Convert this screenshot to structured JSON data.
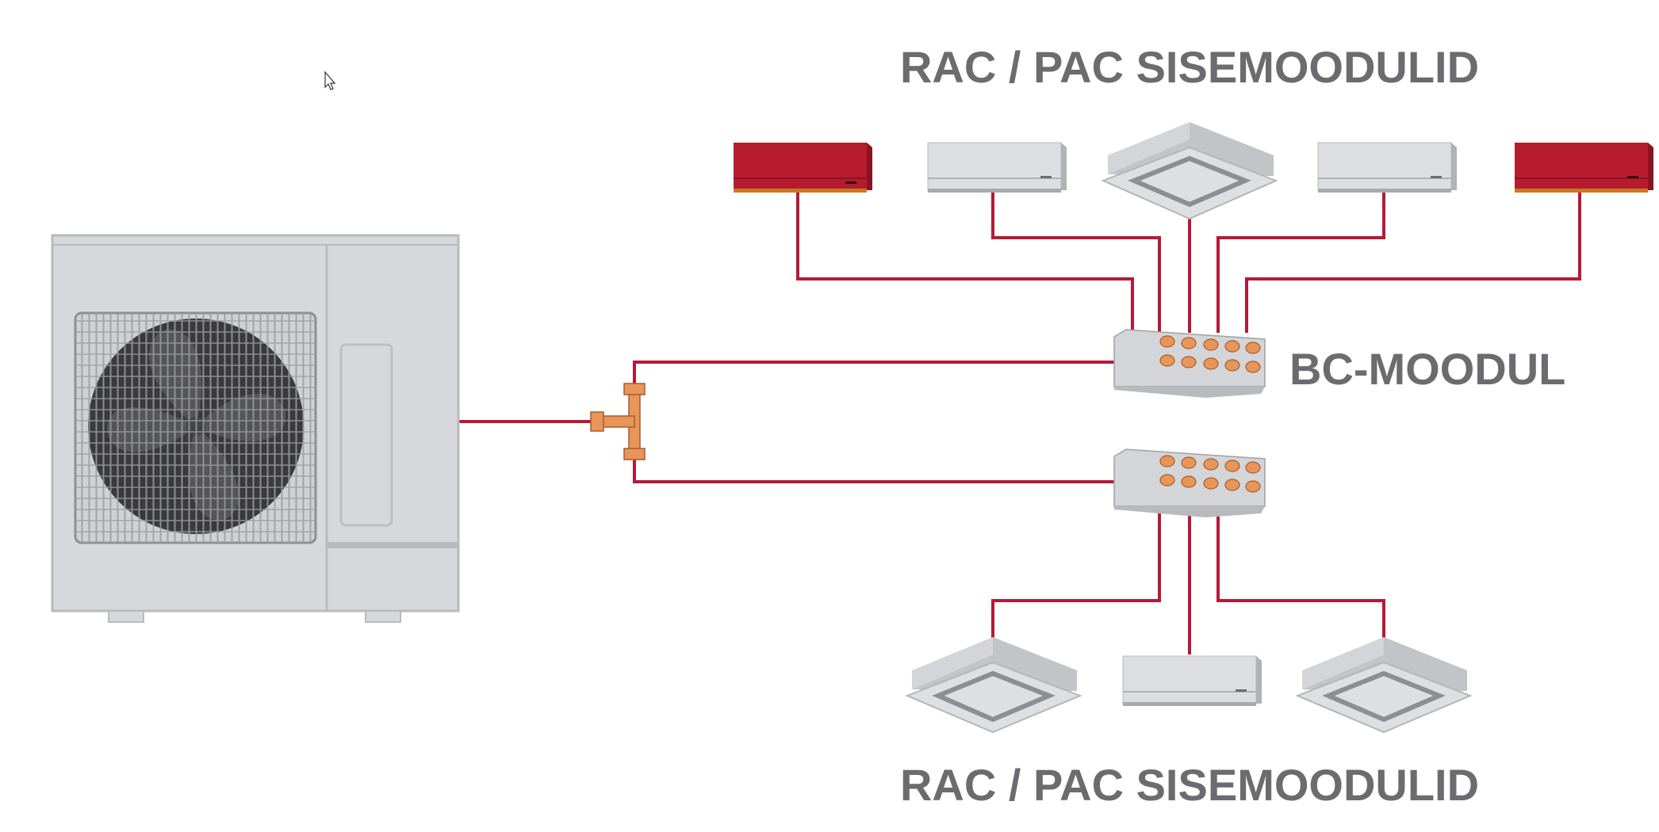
{
  "labels": {
    "top_title": "RAC / PAC SISEMOODULID",
    "bc_label": "BC-MOODUL",
    "bottom_title": "RAC / PAC SISEMOODULID"
  },
  "colors": {
    "pipe": "#b51a36",
    "unit_red": "#b71c2e",
    "unit_grey": "#d9dbde",
    "copper": "#e8955a",
    "text": "#6b6b70"
  },
  "icons": {
    "cursor": "mouse-pointer-icon"
  }
}
